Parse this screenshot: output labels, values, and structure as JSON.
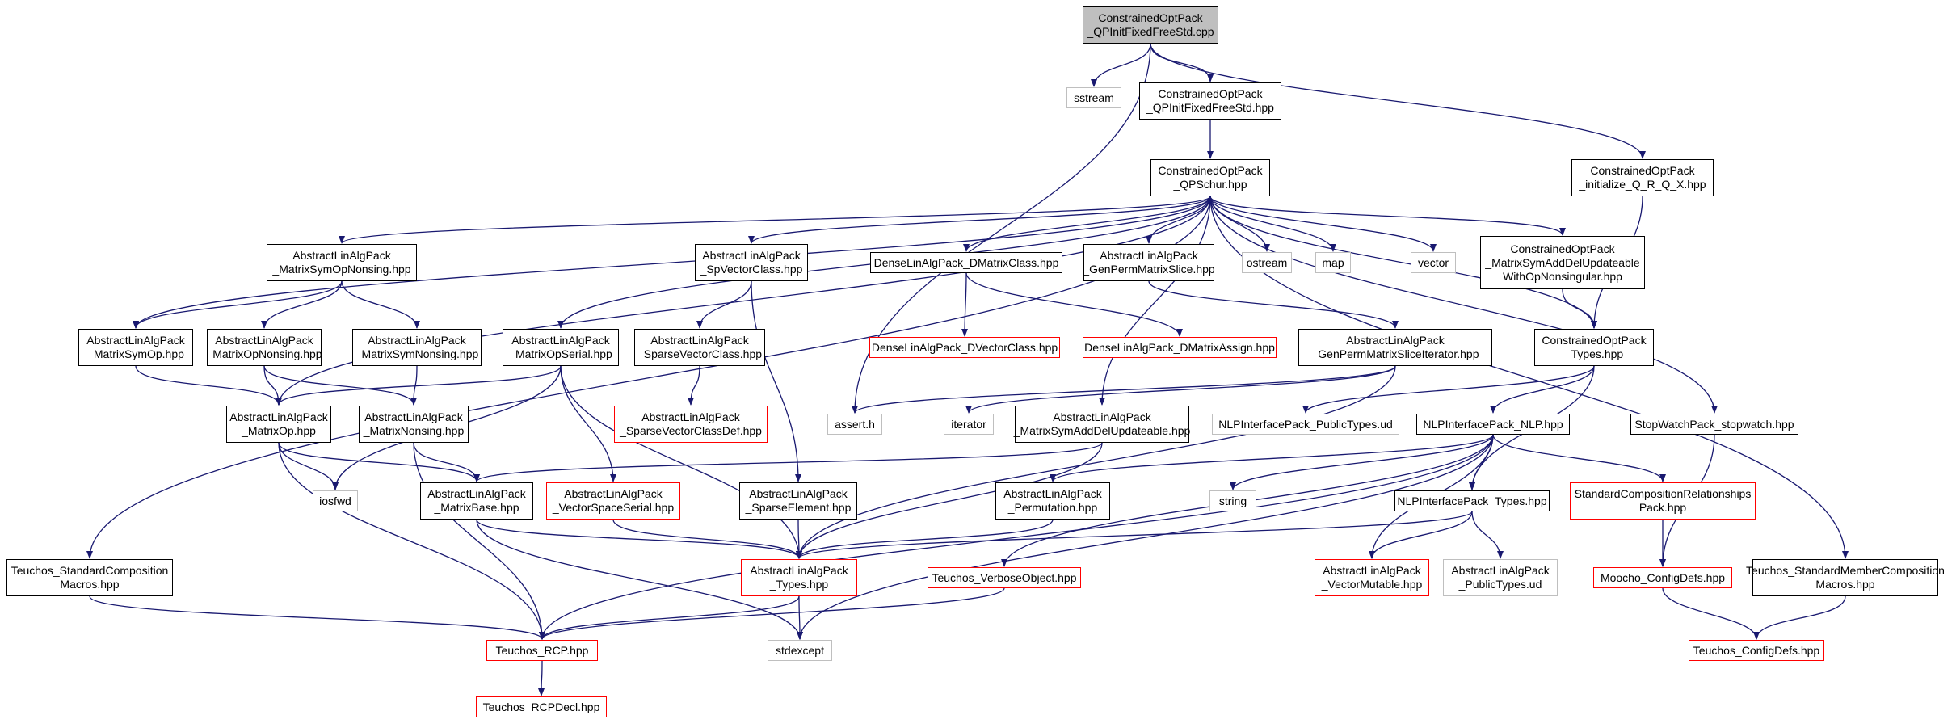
{
  "colors": {
    "edge": "#191970",
    "documented": "#000000",
    "undocumented": "#ff0000",
    "external": "#bfbfbf",
    "root_fill": "#bfbfbf"
  },
  "nodes": [
    {
      "id": "root",
      "lines": [
        "ConstrainedOptPack",
        "_QPInitFixedFreeStd.cpp"
      ],
      "kind": "root"
    },
    {
      "id": "sstream",
      "lines": [
        "sstream"
      ],
      "kind": "gray"
    },
    {
      "id": "qpinit_hpp",
      "lines": [
        "ConstrainedOptPack",
        "_QPInitFixedFreeStd.hpp"
      ],
      "kind": "black"
    },
    {
      "id": "init_qrqx",
      "lines": [
        "ConstrainedOptPack",
        "_initialize_Q_R_Q_X.hpp"
      ],
      "kind": "black"
    },
    {
      "id": "qpschur",
      "lines": [
        "ConstrainedOptPack",
        "_QPSchur.hpp"
      ],
      "kind": "black"
    },
    {
      "id": "symopnons",
      "lines": [
        "AbstractLinAlgPack",
        "_MatrixSymOpNonsing.hpp"
      ],
      "kind": "black"
    },
    {
      "id": "spvec",
      "lines": [
        "AbstractLinAlgPack",
        "_SpVectorClass.hpp"
      ],
      "kind": "black"
    },
    {
      "id": "dmatrix",
      "lines": [
        "DenseLinAlgPack_DMatrixClass.hpp"
      ],
      "kind": "black"
    },
    {
      "id": "genperm",
      "lines": [
        "AbstractLinAlgPack",
        "_GenPermMatrixSlice.hpp"
      ],
      "kind": "black"
    },
    {
      "id": "ostream",
      "lines": [
        "ostream"
      ],
      "kind": "gray"
    },
    {
      "id": "map",
      "lines": [
        "map"
      ],
      "kind": "gray"
    },
    {
      "id": "vector",
      "lines": [
        "vector"
      ],
      "kind": "gray"
    },
    {
      "id": "symadddel_ws",
      "lines": [
        "ConstrainedOptPack",
        "_MatrixSymAddDelUpdateable",
        "WithOpNonsingular.hpp"
      ],
      "kind": "black"
    },
    {
      "id": "symop",
      "lines": [
        "AbstractLinAlgPack",
        "_MatrixSymOp.hpp"
      ],
      "kind": "black"
    },
    {
      "id": "opnons",
      "lines": [
        "AbstractLinAlgPack",
        "_MatrixOpNonsing.hpp"
      ],
      "kind": "black"
    },
    {
      "id": "symnons",
      "lines": [
        "AbstractLinAlgPack",
        "_MatrixSymNonsing.hpp"
      ],
      "kind": "black"
    },
    {
      "id": "opserial",
      "lines": [
        "AbstractLinAlgPack",
        "_MatrixOpSerial.hpp"
      ],
      "kind": "black"
    },
    {
      "id": "sparsevec",
      "lines": [
        "AbstractLinAlgPack",
        "_SparseVectorClass.hpp"
      ],
      "kind": "black"
    },
    {
      "id": "dvector",
      "lines": [
        "DenseLinAlgPack_DVectorClass.hpp"
      ],
      "kind": "red"
    },
    {
      "id": "dmassign",
      "lines": [
        "DenseLinAlgPack_DMatrixAssign.hpp"
      ],
      "kind": "red"
    },
    {
      "id": "genpermiter",
      "lines": [
        "AbstractLinAlgPack",
        "_GenPermMatrixSliceIterator.hpp"
      ],
      "kind": "black"
    },
    {
      "id": "cop_types",
      "lines": [
        "ConstrainedOptPack",
        "_Types.hpp"
      ],
      "kind": "black"
    },
    {
      "id": "matrixop",
      "lines": [
        "AbstractLinAlgPack",
        "_MatrixOp.hpp"
      ],
      "kind": "black"
    },
    {
      "id": "matrixnons",
      "lines": [
        "AbstractLinAlgPack",
        "_MatrixNonsing.hpp"
      ],
      "kind": "black"
    },
    {
      "id": "spvecdef",
      "lines": [
        "AbstractLinAlgPack",
        "_SparseVectorClassDef.hpp"
      ],
      "kind": "red"
    },
    {
      "id": "assert",
      "lines": [
        "assert.h"
      ],
      "kind": "gray"
    },
    {
      "id": "iterator",
      "lines": [
        "iterator"
      ],
      "kind": "gray"
    },
    {
      "id": "symadddel",
      "lines": [
        "AbstractLinAlgPack",
        "_MatrixSymAddDelUpdateable.hpp"
      ],
      "kind": "black"
    },
    {
      "id": "nlp_pubtypes",
      "lines": [
        "NLPInterfacePack_PublicTypes.ud"
      ],
      "kind": "gray"
    },
    {
      "id": "nlp",
      "lines": [
        "NLPInterfacePack_NLP.hpp"
      ],
      "kind": "black"
    },
    {
      "id": "stopwatch",
      "lines": [
        "StopWatchPack_stopwatch.hpp"
      ],
      "kind": "black"
    },
    {
      "id": "iosfwd",
      "lines": [
        "iosfwd"
      ],
      "kind": "gray"
    },
    {
      "id": "matrixbase",
      "lines": [
        "AbstractLinAlgPack",
        "_MatrixBase.hpp"
      ],
      "kind": "black"
    },
    {
      "id": "vsserial",
      "lines": [
        "AbstractLinAlgPack",
        "_VectorSpaceSerial.hpp"
      ],
      "kind": "red"
    },
    {
      "id": "sparseelem",
      "lines": [
        "AbstractLinAlgPack",
        "_SparseElement.hpp"
      ],
      "kind": "black"
    },
    {
      "id": "perm",
      "lines": [
        "AbstractLinAlgPack",
        "_Permutation.hpp"
      ],
      "kind": "black"
    },
    {
      "id": "string",
      "lines": [
        "string"
      ],
      "kind": "gray"
    },
    {
      "id": "nlp_types",
      "lines": [
        "NLPInterfacePack_Types.hpp"
      ],
      "kind": "black"
    },
    {
      "id": "stdcomprel",
      "lines": [
        "StandardCompositionRelationships",
        "Pack.hpp"
      ],
      "kind": "red"
    },
    {
      "id": "teuchos_stdcomp",
      "lines": [
        "Teuchos_StandardComposition",
        "Macros.hpp"
      ],
      "kind": "black"
    },
    {
      "id": "alap_types",
      "lines": [
        "AbstractLinAlgPack",
        "_Types.hpp"
      ],
      "kind": "red"
    },
    {
      "id": "verbose",
      "lines": [
        "Teuchos_VerboseObject.hpp"
      ],
      "kind": "red"
    },
    {
      "id": "vecmut",
      "lines": [
        "AbstractLinAlgPack",
        "_VectorMutable.hpp"
      ],
      "kind": "red"
    },
    {
      "id": "alap_pubtypes",
      "lines": [
        "AbstractLinAlgPack",
        "_PublicTypes.ud"
      ],
      "kind": "gray"
    },
    {
      "id": "moocho_cfg",
      "lines": [
        "Moocho_ConfigDefs.hpp"
      ],
      "kind": "red"
    },
    {
      "id": "teuchos_stdmem",
      "lines": [
        "Teuchos_StandardMemberComposition",
        "Macros.hpp"
      ],
      "kind": "black"
    },
    {
      "id": "rcp",
      "lines": [
        "Teuchos_RCP.hpp"
      ],
      "kind": "red"
    },
    {
      "id": "stdexcept",
      "lines": [
        "stdexcept"
      ],
      "kind": "gray"
    },
    {
      "id": "teuchos_cfg",
      "lines": [
        "Teuchos_ConfigDefs.hpp"
      ],
      "kind": "red"
    },
    {
      "id": "rcpdecl",
      "lines": [
        "Teuchos_RCPDecl.hpp"
      ],
      "kind": "red"
    }
  ],
  "edges": [
    [
      "root",
      "sstream"
    ],
    [
      "root",
      "qpinit_hpp"
    ],
    [
      "root",
      "init_qrqx"
    ],
    [
      "root",
      "assert"
    ],
    [
      "qpinit_hpp",
      "qpschur"
    ],
    [
      "qpschur",
      "symopnons"
    ],
    [
      "qpschur",
      "spvec"
    ],
    [
      "qpschur",
      "dmatrix"
    ],
    [
      "qpschur",
      "genperm"
    ],
    [
      "qpschur",
      "ostream"
    ],
    [
      "qpschur",
      "map"
    ],
    [
      "qpschur",
      "vector"
    ],
    [
      "qpschur",
      "symadddel_ws"
    ],
    [
      "qpschur",
      "symop"
    ],
    [
      "qpschur",
      "matrixop"
    ],
    [
      "qpschur",
      "opserial"
    ],
    [
      "qpschur",
      "teuchos_stdcomp"
    ],
    [
      "qpschur",
      "cop_types"
    ],
    [
      "qpschur",
      "stopwatch"
    ],
    [
      "qpschur",
      "teuchos_stdmem"
    ],
    [
      "qpschur",
      "symadddel"
    ],
    [
      "init_qrqx",
      "cop_types"
    ],
    [
      "symopnons",
      "symop"
    ],
    [
      "symopnons",
      "opnons"
    ],
    [
      "symopnons",
      "symnons"
    ],
    [
      "spvec",
      "sparsevec"
    ],
    [
      "spvec",
      "sparseelem"
    ],
    [
      "dmatrix",
      "dvector"
    ],
    [
      "dmatrix",
      "dmassign"
    ],
    [
      "genperm",
      "genpermiter"
    ],
    [
      "symadddel_ws",
      "cop_types"
    ],
    [
      "symop",
      "matrixop"
    ],
    [
      "opnons",
      "matrixop"
    ],
    [
      "opnons",
      "matrixnons"
    ],
    [
      "symnons",
      "matrixnons"
    ],
    [
      "opserial",
      "matrixop"
    ],
    [
      "opserial",
      "iosfwd"
    ],
    [
      "opserial",
      "vsserial"
    ],
    [
      "opserial",
      "alap_types"
    ],
    [
      "sparsevec",
      "spvecdef"
    ],
    [
      "genpermiter",
      "assert"
    ],
    [
      "genpermiter",
      "iterator"
    ],
    [
      "genpermiter",
      "alap_types"
    ],
    [
      "cop_types",
      "nlp_pubtypes"
    ],
    [
      "cop_types",
      "nlp"
    ],
    [
      "cop_types",
      "nlp_types"
    ],
    [
      "matrixop",
      "iosfwd"
    ],
    [
      "matrixop",
      "matrixbase"
    ],
    [
      "matrixop",
      "rcp"
    ],
    [
      "matrixnons",
      "matrixbase"
    ],
    [
      "matrixnons",
      "rcp"
    ],
    [
      "symadddel",
      "matrixbase"
    ],
    [
      "symadddel",
      "alap_types"
    ],
    [
      "nlp",
      "perm"
    ],
    [
      "nlp",
      "string"
    ],
    [
      "nlp",
      "nlp_types"
    ],
    [
      "nlp",
      "stdcomprel"
    ],
    [
      "nlp",
      "verbose"
    ],
    [
      "nlp",
      "vecmut"
    ],
    [
      "nlp",
      "rcp"
    ],
    [
      "nlp",
      "stdexcept"
    ],
    [
      "stopwatch",
      "moocho_cfg"
    ],
    [
      "matrixbase",
      "alap_types"
    ],
    [
      "matrixbase",
      "stdexcept"
    ],
    [
      "vsserial",
      "alap_types"
    ],
    [
      "sparseelem",
      "alap_types"
    ],
    [
      "perm",
      "alap_types"
    ],
    [
      "nlp_types",
      "alap_types"
    ],
    [
      "nlp_types",
      "vecmut"
    ],
    [
      "nlp_types",
      "alap_pubtypes"
    ],
    [
      "stdcomprel",
      "moocho_cfg"
    ],
    [
      "teuchos_stdcomp",
      "rcp"
    ],
    [
      "alap_types",
      "rcp"
    ],
    [
      "alap_types",
      "stdexcept"
    ],
    [
      "verbose",
      "rcp"
    ],
    [
      "moocho_cfg",
      "teuchos_cfg"
    ],
    [
      "teuchos_stdmem",
      "teuchos_cfg"
    ],
    [
      "rcp",
      "rcpdecl"
    ]
  ]
}
